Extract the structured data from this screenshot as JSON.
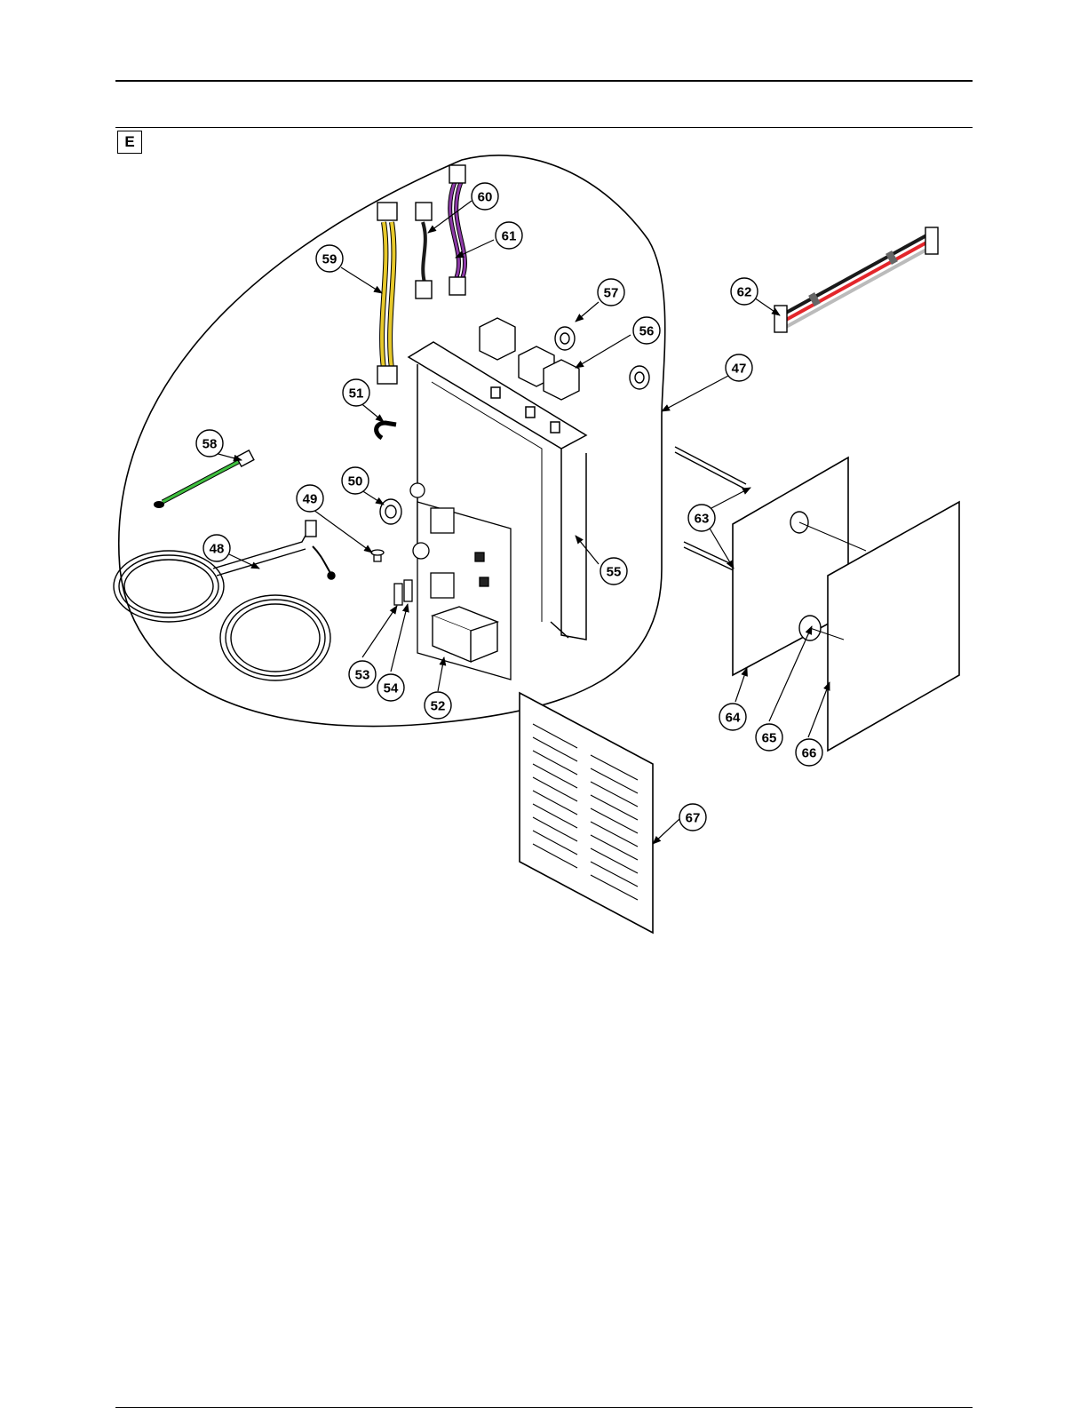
{
  "section": {
    "label": "E"
  },
  "callouts": [
    "47",
    "48",
    "49",
    "50",
    "51",
    "52",
    "53",
    "54",
    "55",
    "56",
    "57",
    "58",
    "59",
    "60",
    "61",
    "62",
    "63",
    "64",
    "65",
    "66",
    "67"
  ],
  "colors": {
    "line": "#000000",
    "wire_yellow": "#e7c92b",
    "wire_purple": "#8e3aa8",
    "wire_green": "#3fbf3f",
    "wire_red": "#e3262b",
    "wire_black": "#1a1a1a"
  }
}
